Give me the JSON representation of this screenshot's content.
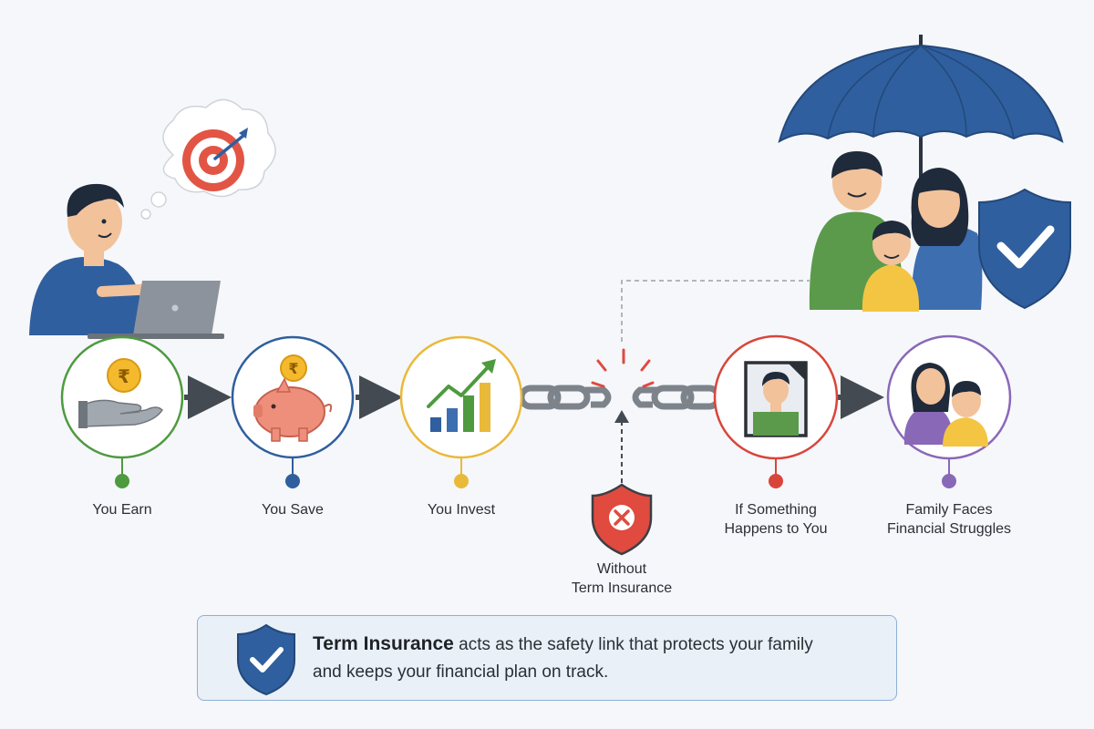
{
  "steps": [
    {
      "label": "You Earn",
      "color": "#4e9a3f"
    },
    {
      "label": "You Save",
      "color": "#2f5f9e"
    },
    {
      "label": "You Invest",
      "color": "#e9b93a"
    }
  ],
  "break_node": {
    "line1": "Without",
    "line2": "Term Insurance",
    "color": "#e04a3f"
  },
  "after_steps": [
    {
      "line1": "If Something",
      "line2": "Happens to You",
      "color": "#d9453a"
    },
    {
      "line1": "Family Faces",
      "line2": "Financial Struggles",
      "color": "#8a68b8"
    }
  ],
  "callout": {
    "highlight": "Term Insurance",
    "line1_rest": " acts as the safety link that protects your family",
    "line2": "and keeps your financial plan on track."
  },
  "symbols": {
    "currency": "₹"
  },
  "colors": {
    "umbrella": "#2f5f9e",
    "shield": "#2f5f9e",
    "danger": "#d9453a",
    "arrow": "#444a52"
  },
  "icons": [
    "target-icon",
    "rupee-hand-icon",
    "piggy-bank-icon",
    "growth-chart-icon",
    "broken-chain-icon",
    "danger-shield-icon",
    "umbrella-icon",
    "check-shield-icon"
  ]
}
